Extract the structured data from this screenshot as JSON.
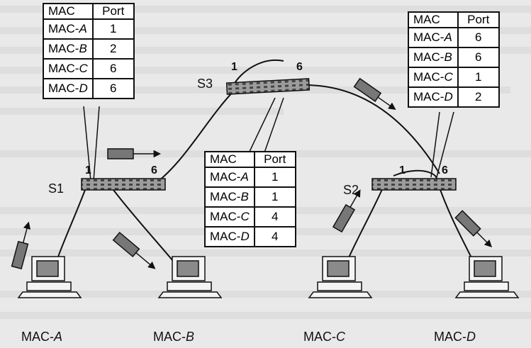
{
  "switches": [
    {
      "id": "S1",
      "label": "S1",
      "port_left": "1",
      "port_right": "6"
    },
    {
      "id": "S2",
      "label": "S2",
      "port_left": "1",
      "port_right": "6"
    },
    {
      "id": "S3",
      "label": "S3",
      "port_left": "1",
      "port_right": "6"
    }
  ],
  "hosts": [
    {
      "id": "A",
      "prefix": "MAC-",
      "letter": "A"
    },
    {
      "id": "B",
      "prefix": "MAC-",
      "letter": "B"
    },
    {
      "id": "C",
      "prefix": "MAC-",
      "letter": "C"
    },
    {
      "id": "D",
      "prefix": "MAC-",
      "letter": "D"
    }
  ],
  "tables": {
    "s1": {
      "header": [
        "MAC",
        "Port"
      ],
      "rows": [
        [
          "MAC-",
          "A",
          "1"
        ],
        [
          "MAC-",
          "B",
          "2"
        ],
        [
          "MAC-",
          "C",
          "6"
        ],
        [
          "MAC-",
          "D",
          "6"
        ]
      ]
    },
    "s2": {
      "header": [
        "MAC",
        "Port"
      ],
      "rows": [
        [
          "MAC-",
          "A",
          "6"
        ],
        [
          "MAC-",
          "B",
          "6"
        ],
        [
          "MAC-",
          "C",
          "1"
        ],
        [
          "MAC-",
          "D",
          "2"
        ]
      ]
    },
    "s3": {
      "header": [
        "MAC",
        "Port"
      ],
      "rows": [
        [
          "MAC-",
          "A",
          "1"
        ],
        [
          "MAC-",
          "B",
          "1"
        ],
        [
          "MAC-",
          "C",
          "4"
        ],
        [
          "MAC-",
          "D",
          "4"
        ]
      ]
    }
  },
  "colors": {
    "line": "#111111",
    "frame": "#7a7a7a",
    "switch": "#9c9c9c",
    "screen": "#8a8a8a",
    "background": "#e9e9e9"
  }
}
